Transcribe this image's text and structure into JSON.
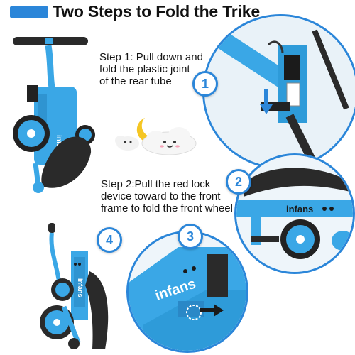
{
  "header": {
    "title": "Two Steps to Fold the Trike",
    "bar_color": "#2b86d9"
  },
  "steps": [
    {
      "number": "1",
      "lines": [
        "Step 1: Pull down and",
        "fold the plastic joint",
        "of the rear tube"
      ]
    },
    {
      "number": "2",
      "lines": [
        "Step 2:Pull the red lock",
        "device toward to the front",
        "frame to fold the front wheel"
      ]
    },
    {
      "number": "3"
    },
    {
      "number": "4"
    }
  ],
  "brand": "infans",
  "colors": {
    "accent": "#2b86d9",
    "frame_blue": "#3aa7e6",
    "dark": "#2a2a2a"
  },
  "icons": [
    "sun-cloud-icon",
    "arrow-down-icon",
    "arrow-right-icon"
  ]
}
